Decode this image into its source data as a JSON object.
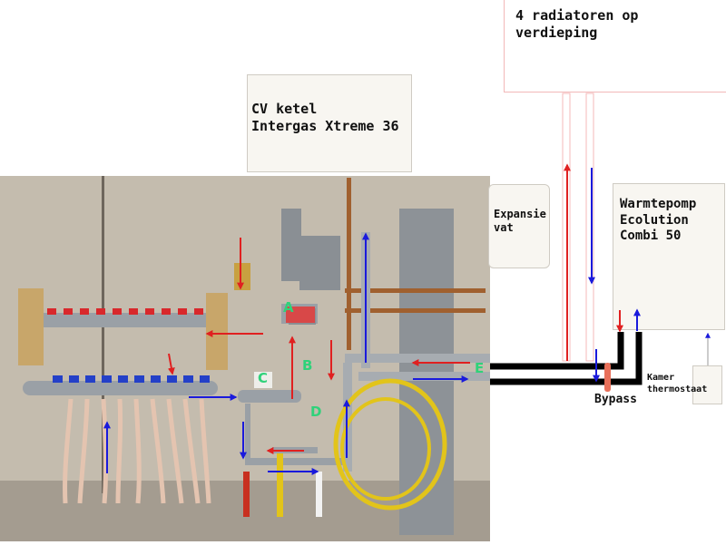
{
  "boxes": {
    "radiators": "4 radiatoren op\nverdieping",
    "boiler": "CV ketel\nIntergas Xtreme 36",
    "expansion": "Expansie\nvat",
    "heatpump": "Warmtepomp\nEcolution\nCombi 50",
    "thermostat": "Kamer\nthermostaat"
  },
  "labels": {
    "bypass": "Bypass",
    "a": "A",
    "b": "B",
    "c": "C",
    "d": "D",
    "e": "E"
  },
  "colors": {
    "supply": "#e02020",
    "return": "#1a1adc",
    "marker": "#2fd27a"
  }
}
